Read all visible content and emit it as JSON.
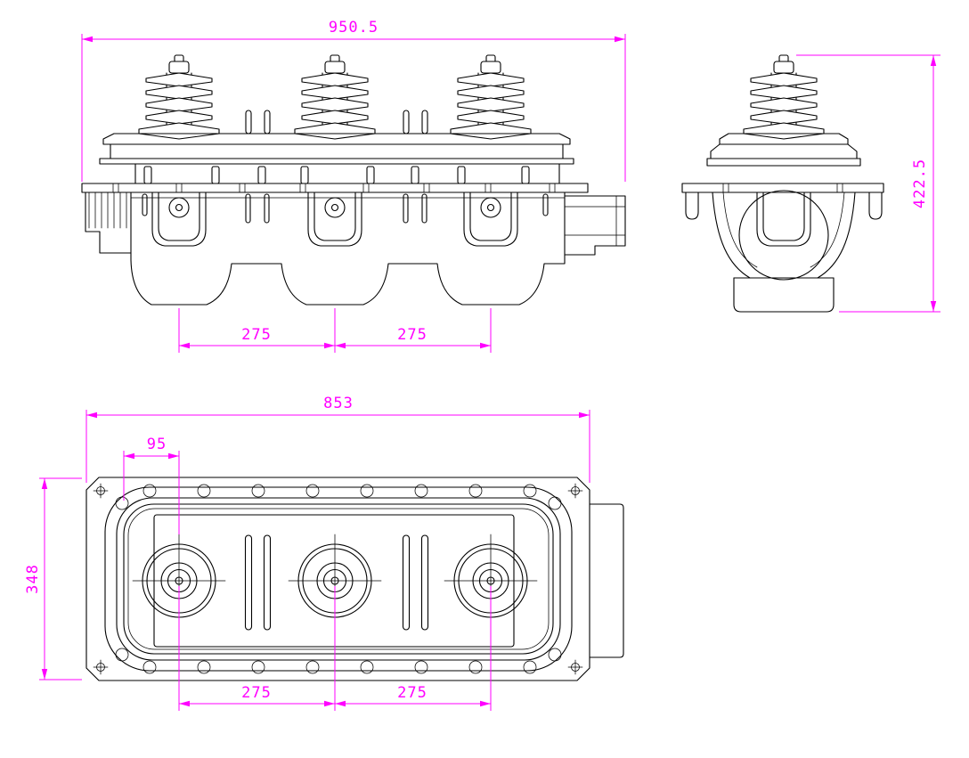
{
  "sheet": {
    "background": "#ffffff",
    "line_color": "#000000",
    "dimension_color": "#ff00ff"
  },
  "views": {
    "front": {
      "dims": {
        "overall_width": "950.5",
        "pitch_left": "275",
        "pitch_right": "275"
      }
    },
    "side": {
      "dims": {
        "overall_height": "422.5"
      }
    },
    "plan": {
      "dims": {
        "overall_length": "853",
        "edge_to_center": "95",
        "overall_depth": "348",
        "pitch_left": "275",
        "pitch_right": "275"
      }
    }
  }
}
